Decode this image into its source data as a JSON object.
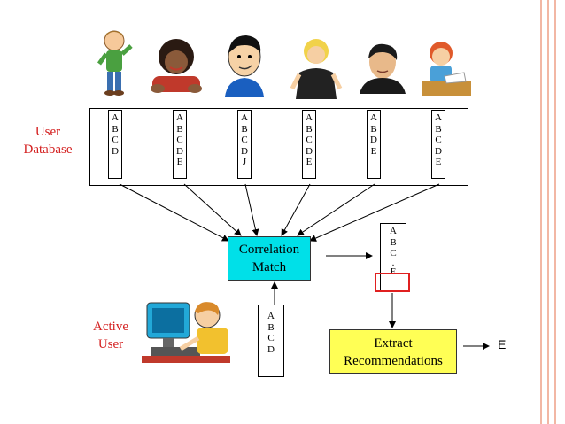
{
  "labels": {
    "user_database": [
      "User",
      "Database"
    ],
    "active_user": [
      "Active",
      "User"
    ]
  },
  "database_users": [
    {
      "items": [
        "A",
        "B",
        "C",
        "D"
      ]
    },
    {
      "items": [
        "A",
        "B",
        "C",
        "D",
        "E"
      ]
    },
    {
      "items": [
        "A",
        "B",
        "C",
        "D",
        "J"
      ]
    },
    {
      "items": [
        "A",
        "B",
        "C",
        "D",
        "E"
      ]
    },
    {
      "items": [
        "A",
        "B",
        "D",
        "E"
      ]
    },
    {
      "items": [
        "A",
        "B",
        "C",
        "D",
        "E"
      ]
    }
  ],
  "active_user_items": [
    "A",
    "B",
    "C",
    "D"
  ],
  "correlation": {
    "line1": "Correlation",
    "line2": "Match"
  },
  "match_result_items": [
    "A",
    "B",
    "C",
    ".",
    "E"
  ],
  "extract": {
    "line1": "Extract",
    "line2": "Recommendations"
  },
  "output": "E",
  "colors": {
    "label_red": "#d42020",
    "correlation_fill": "#00e0e8",
    "extract_fill": "#ffff55",
    "highlight_red": "#e02020"
  }
}
